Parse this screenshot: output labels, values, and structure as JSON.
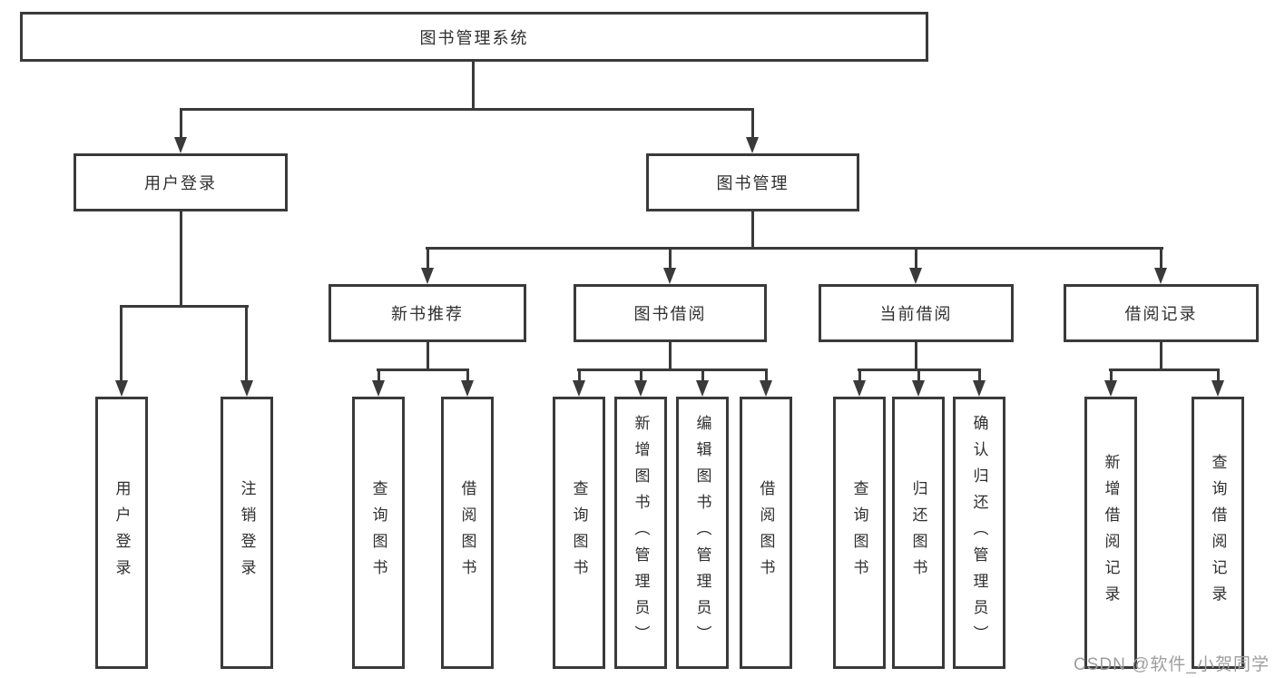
{
  "colors": {
    "line": "#3a3a3a",
    "text": "#2f2f2f",
    "watermark": "#9e9e9e",
    "background": "#ffffff"
  },
  "tree": {
    "root": "图书管理系统",
    "branches": [
      {
        "label": "用户登录",
        "children": [
          "用户登录",
          "注销登录"
        ]
      },
      {
        "label": "图书管理",
        "children": [
          {
            "label": "新书推荐",
            "children": [
              "查询图书",
              "借阅图书"
            ]
          },
          {
            "label": "图书借阅",
            "children": [
              "查询图书",
              "新增图书（管理员）",
              "编辑图书（管理员）",
              "借阅图书"
            ]
          },
          {
            "label": "当前借阅",
            "children": [
              "查询图书",
              "归还图书",
              "确认归还（管理员）"
            ]
          },
          {
            "label": "借阅记录",
            "children": [
              "新增借阅记录",
              "查询借阅记录"
            ]
          }
        ]
      }
    ]
  },
  "watermark": {
    "text": "CSDN @软件_小贺同学"
  }
}
